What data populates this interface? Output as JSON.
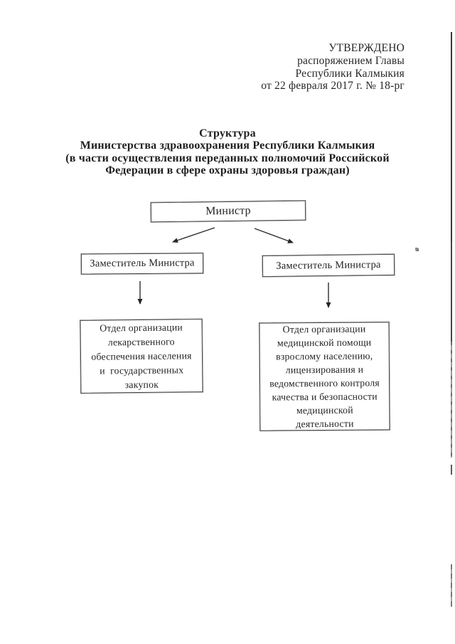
{
  "approval": {
    "lines": [
      "УТВЕРЖДЕНО",
      "распоряжением Главы",
      "Республики Калмыкия",
      "от 22 февраля 2017 г. № 18-рг"
    ]
  },
  "title": {
    "lines": [
      "Структура",
      "Министерства здравоохранения Республики Калмыкия",
      "(в части осуществления переданных полномочий Российской",
      "Федерации в сфере охраны здоровья граждан)"
    ]
  },
  "org_chart": {
    "minister": {
      "label": "Министр"
    },
    "deputy_left": {
      "label": "Заместитель Министра"
    },
    "deputy_right": {
      "label": "Заместитель Министра"
    },
    "dept_left": {
      "label": "Отдел организации\nлекарственного\nобеспечения населения\nи  государственных\nзакупок"
    },
    "dept_right": {
      "label": "Отдел организации\nмедицинской помощи\nвзрослому населению,\nлицензирования и\nведомственного контроля\nкачества и безопасности\nмедицинской\nдеятельности"
    }
  },
  "colors": {
    "ink": "#222222",
    "box_border": "#464646",
    "page_background": "#ffffff",
    "scan_artifact": "#3a3a3a"
  }
}
